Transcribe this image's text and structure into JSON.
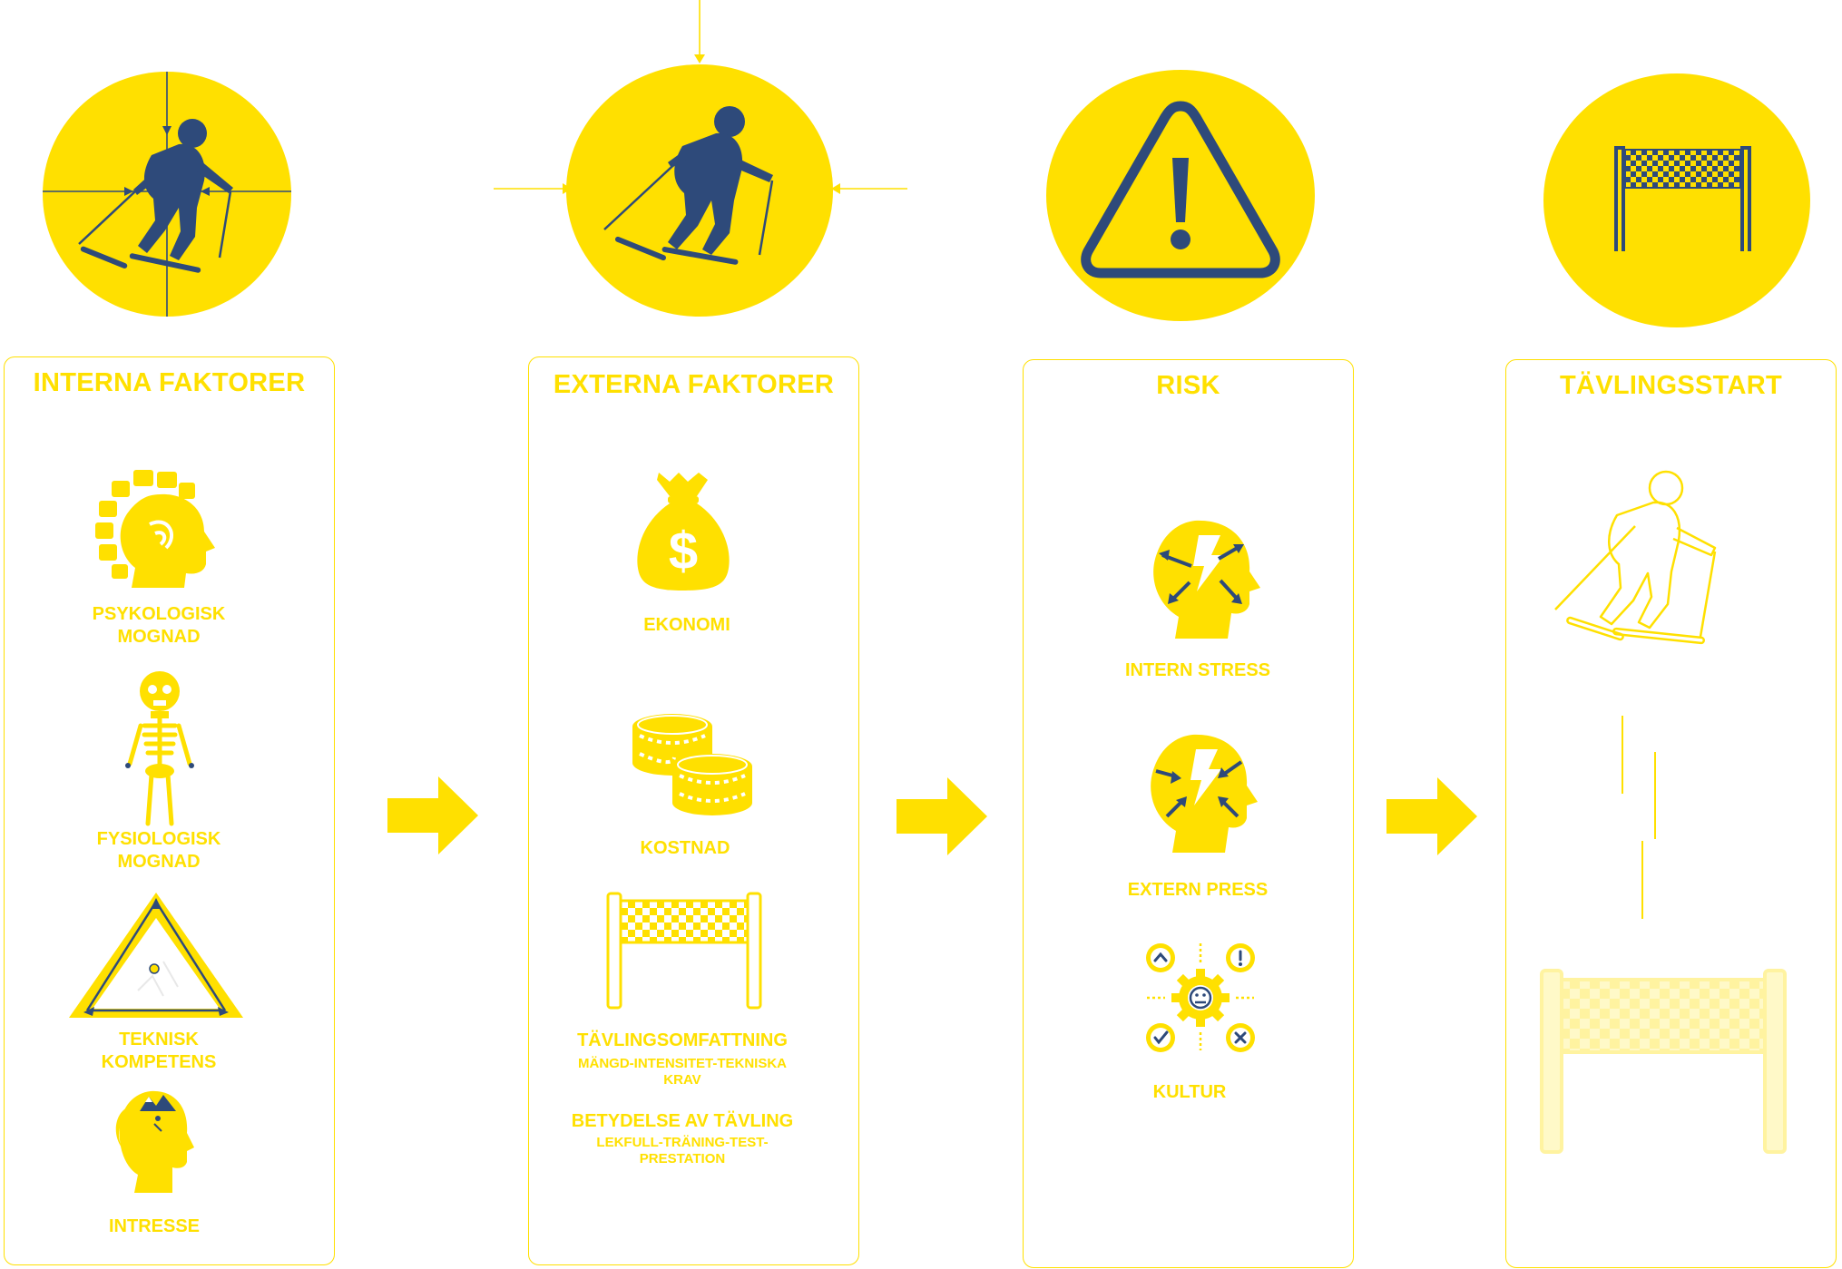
{
  "colors": {
    "accent": "#FFE000",
    "navy": "#2E4A7A",
    "background": "#FFFFFF"
  },
  "columns": [
    {
      "title": "INTERNA FAKTORER",
      "header_icon": "skier-with-inward-arrows-icon",
      "items": [
        {
          "icon": "head-mind-icon",
          "label": "PSYKOLOGISK MOGNAD"
        },
        {
          "icon": "skeleton-child-icon",
          "label": "FYSIOLOGISK MOGNAD"
        },
        {
          "icon": "technique-triangle-icon",
          "label": "TEKNISK KOMPETENS"
        },
        {
          "icon": "girl-mountain-icon",
          "label": "INTRESSE"
        }
      ]
    },
    {
      "title": "EXTERNA FAKTORER",
      "header_icon": "skier-with-outer-arrows-icon",
      "items": [
        {
          "icon": "money-bag-icon",
          "label": "EKONOMI"
        },
        {
          "icon": "coins-icon",
          "label": "KOSTNAD"
        },
        {
          "icon": "finish-banner-icon",
          "label": "TÄVLINGSOMFATTNING",
          "sub": "MÄNGD-INTENSITET-TEKNISKA KRAV"
        },
        {
          "label": "BETYDELSE AV TÄVLING",
          "sub": "LEKFULL-TRÄNING-TEST-PRESTATION"
        }
      ]
    },
    {
      "title": "RISK",
      "header_icon": "warning-triangle-icon",
      "items": [
        {
          "icon": "stress-head-outward-icon",
          "label": "INTERN STRESS"
        },
        {
          "icon": "stress-head-inward-icon",
          "label": "EXTERN PRESS"
        },
        {
          "icon": "culture-gear-icon",
          "label": "KULTUR"
        }
      ]
    },
    {
      "title": "TÄVLINGSSTART",
      "header_icon": "finish-banner-icon",
      "items": [
        {
          "icon": "skier-outline-icon"
        },
        {
          "icon": "speed-lines-icon"
        },
        {
          "icon": "finish-banner-faded-icon"
        }
      ]
    }
  ],
  "flow_arrows": [
    "arrow-right-icon",
    "arrow-right-icon",
    "arrow-right-icon"
  ]
}
